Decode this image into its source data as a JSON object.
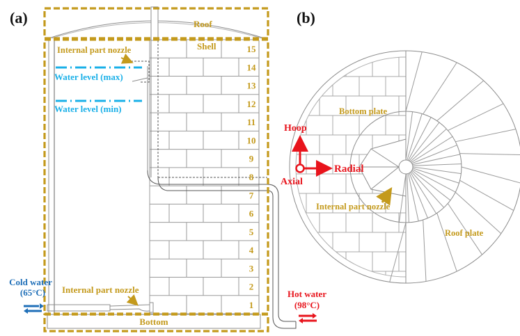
{
  "panels": {
    "a": {
      "tag": "(a)",
      "labels": {
        "roof": "Roof",
        "shell": "Shell",
        "bottom": "Bottom",
        "internal_nozzle_top": "Internal part nozzle",
        "internal_nozzle_bottom": "Internal part nozzle",
        "water_level_max": "Water level (max)",
        "water_level_min": "Water level (min)",
        "cold_water": "Cold water",
        "cold_water_temp": "(65°C)",
        "hot_water": "Hot water",
        "hot_water_temp": "(98°C)"
      },
      "shell_courses": [
        "1",
        "2",
        "3",
        "4",
        "5",
        "6",
        "7",
        "8",
        "9",
        "10",
        "11",
        "12",
        "13",
        "14",
        "15"
      ]
    },
    "b": {
      "tag": "(b)",
      "labels": {
        "bottom_plate": "Bottom plate",
        "roof_plate": "Roof plate",
        "internal_nozzle": "Internal part nozzle",
        "hoop": "Hoop",
        "radial": "Radial",
        "axial": "Axial"
      }
    }
  },
  "colors": {
    "region_outline": "#c49a1c",
    "water_level": "#1ab0e8",
    "cold_water": "#1f6fb8",
    "hot_water": "#e8141c"
  }
}
